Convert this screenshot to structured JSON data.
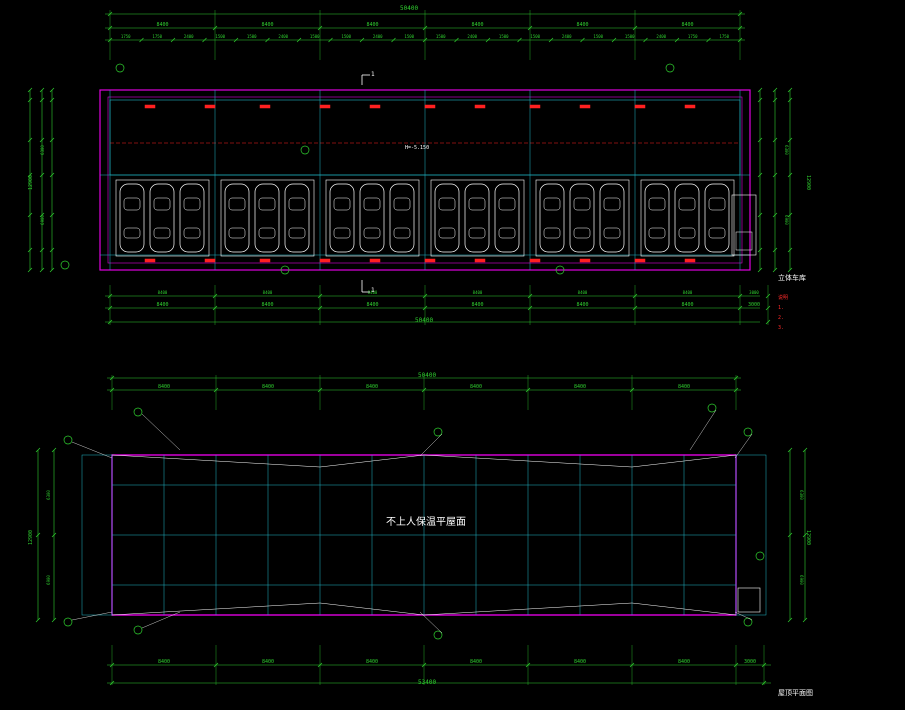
{
  "colors": {
    "background": "#000000",
    "dim": "#2fd12f",
    "wall": "#e000e0",
    "grid": "#20b8c8",
    "fixture": "#ffffff",
    "redmark": "#ff2020",
    "label": "#ffffff",
    "note": "#ff2a2a"
  },
  "top_plan": {
    "total_dim": "50400",
    "bay_dims": [
      "8400",
      "8400",
      "8400",
      "8400",
      "8400",
      "8400"
    ],
    "sub_dims": [
      "1750",
      "1750",
      "2400",
      "1500",
      "1500",
      "2400",
      "1500",
      "1500",
      "2400",
      "1500",
      "1500",
      "2400",
      "1500",
      "1500",
      "2400",
      "1500",
      "1500",
      "2400",
      "1750",
      "1750"
    ],
    "bottom_total": "50400",
    "bottom_bays": [
      "8400",
      "8400",
      "8400",
      "8400",
      "8400",
      "8400",
      "3000"
    ],
    "section_mark": "1",
    "level_label": "H=-5.150",
    "car_count": 18,
    "title": "立体车库",
    "left_height": "12900",
    "right_height": "12900"
  },
  "bottom_plan": {
    "total_dim": "50400",
    "bay_dims": [
      "8400",
      "8400",
      "8400",
      "8400",
      "8400",
      "8400"
    ],
    "bottom_dims": [
      "8400",
      "8400",
      "8400",
      "8400",
      "8400",
      "8400",
      "3000"
    ],
    "bottom_total": "53400",
    "center_label": "不上人保温平屋面",
    "left_height": "12900",
    "right_height": "12900",
    "title": "屋顶平面图"
  },
  "notes": [
    "说明",
    "1.",
    "2.",
    "3."
  ]
}
